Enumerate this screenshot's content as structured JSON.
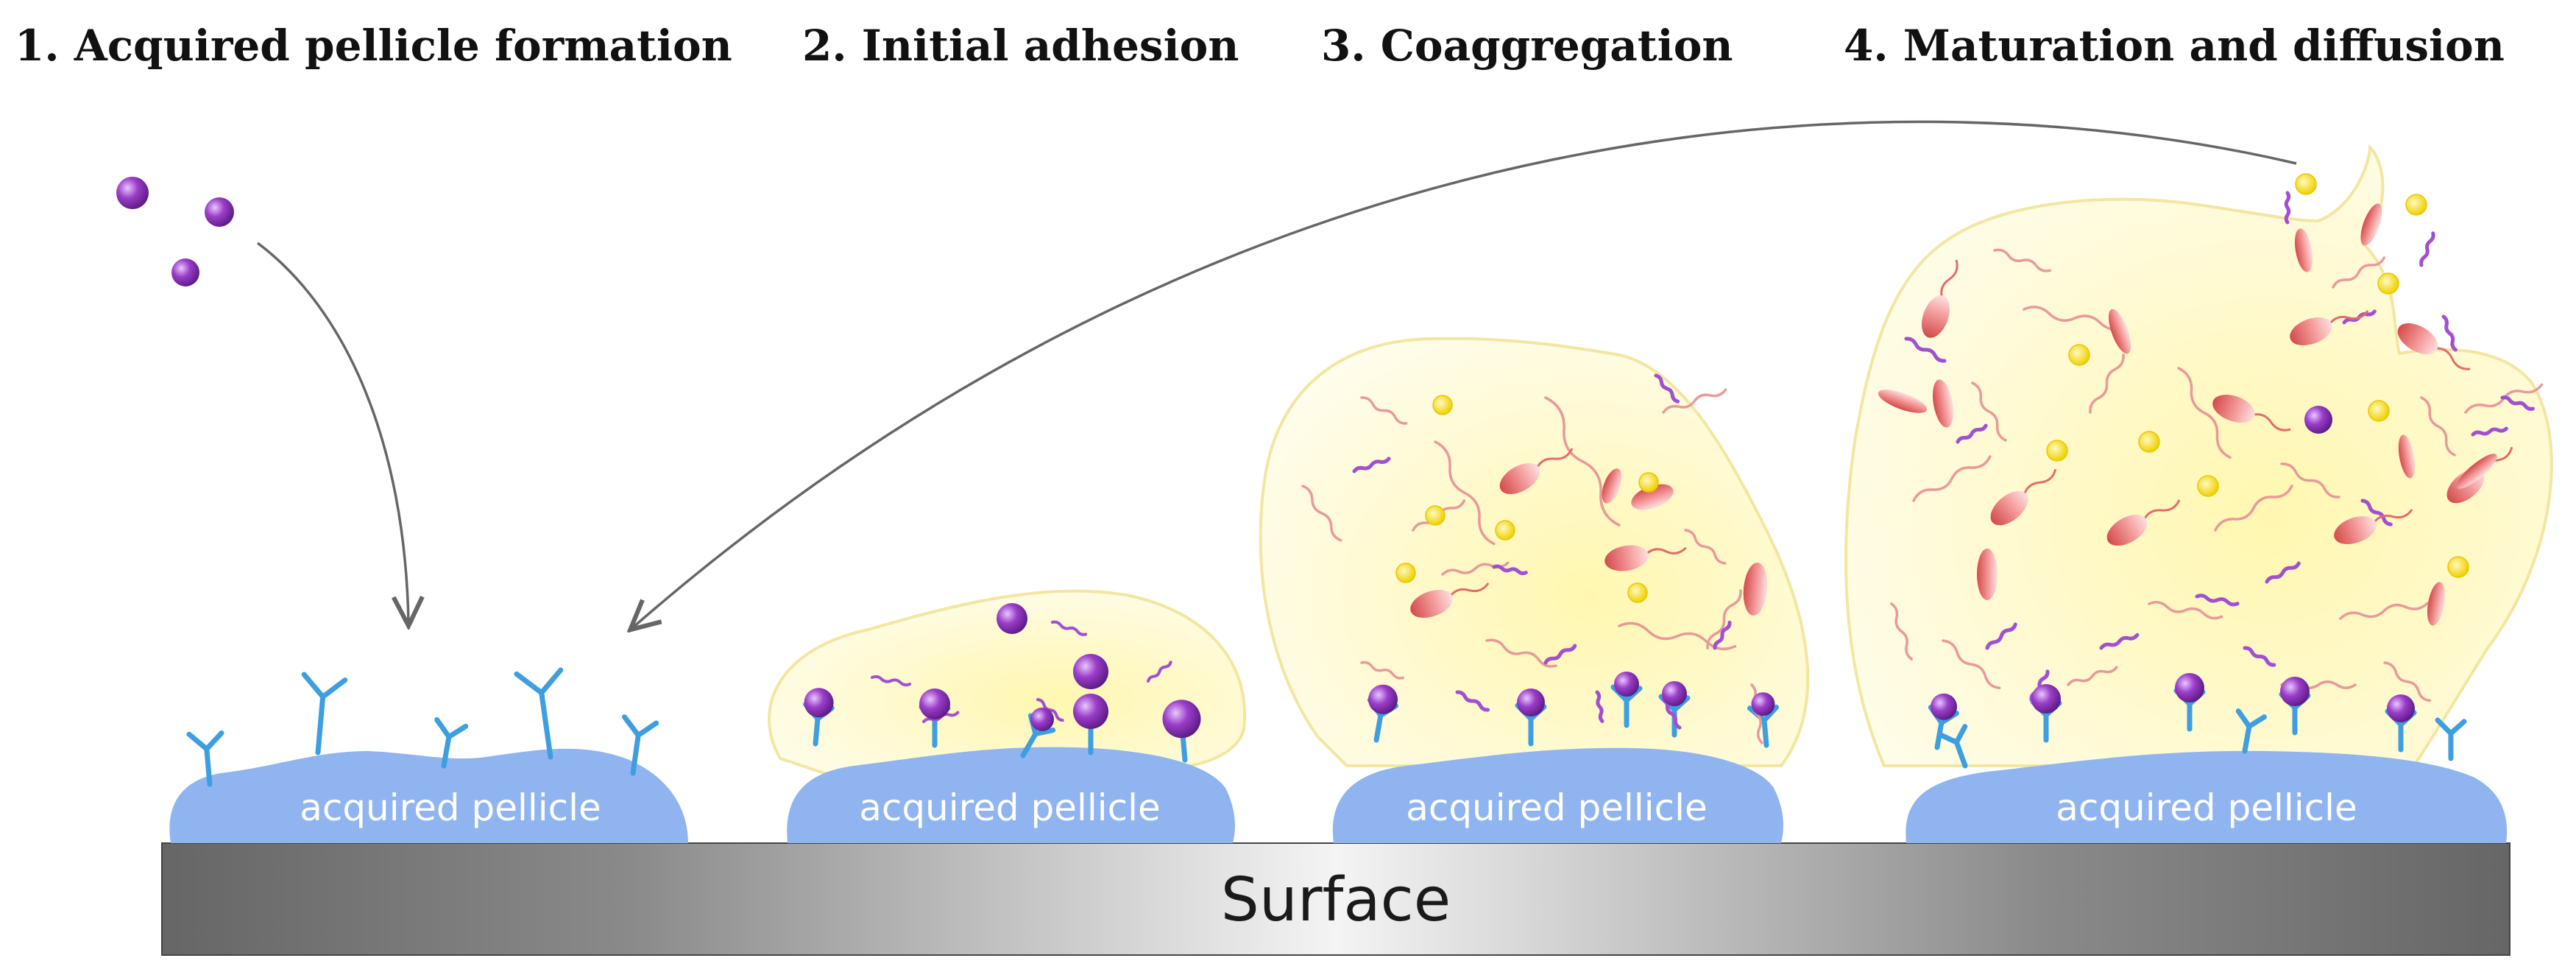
{
  "stages": [
    {
      "title": "1. Acquired pellicle formation"
    },
    {
      "title": "2. Initial adhesion"
    },
    {
      "title": "3. Coaggregation"
    },
    {
      "title": "4. Maturation and diffusion"
    }
  ],
  "pellicles": [
    {
      "label": "acquired pellicle"
    },
    {
      "label": "acquired pellicle"
    },
    {
      "label": "acquired pellicle"
    },
    {
      "label": "acquired pellicle"
    }
  ],
  "surface": {
    "label": "Surface"
  },
  "colors": {
    "pellicle": "#8fb4ef",
    "receptor": "#3d9ee0",
    "biofilm": "#fbf4b2",
    "primary_colonizer": "#9b3dc9",
    "secondary_colonizer_rod": "#e26c6c",
    "coccus": "#f1d400",
    "filament_pink": "#e89a9a",
    "filament_purple": "#a050d0",
    "surface_dark": "#6a6a6a",
    "surface_light": "#f2f2f2",
    "arrow": "#666666"
  }
}
